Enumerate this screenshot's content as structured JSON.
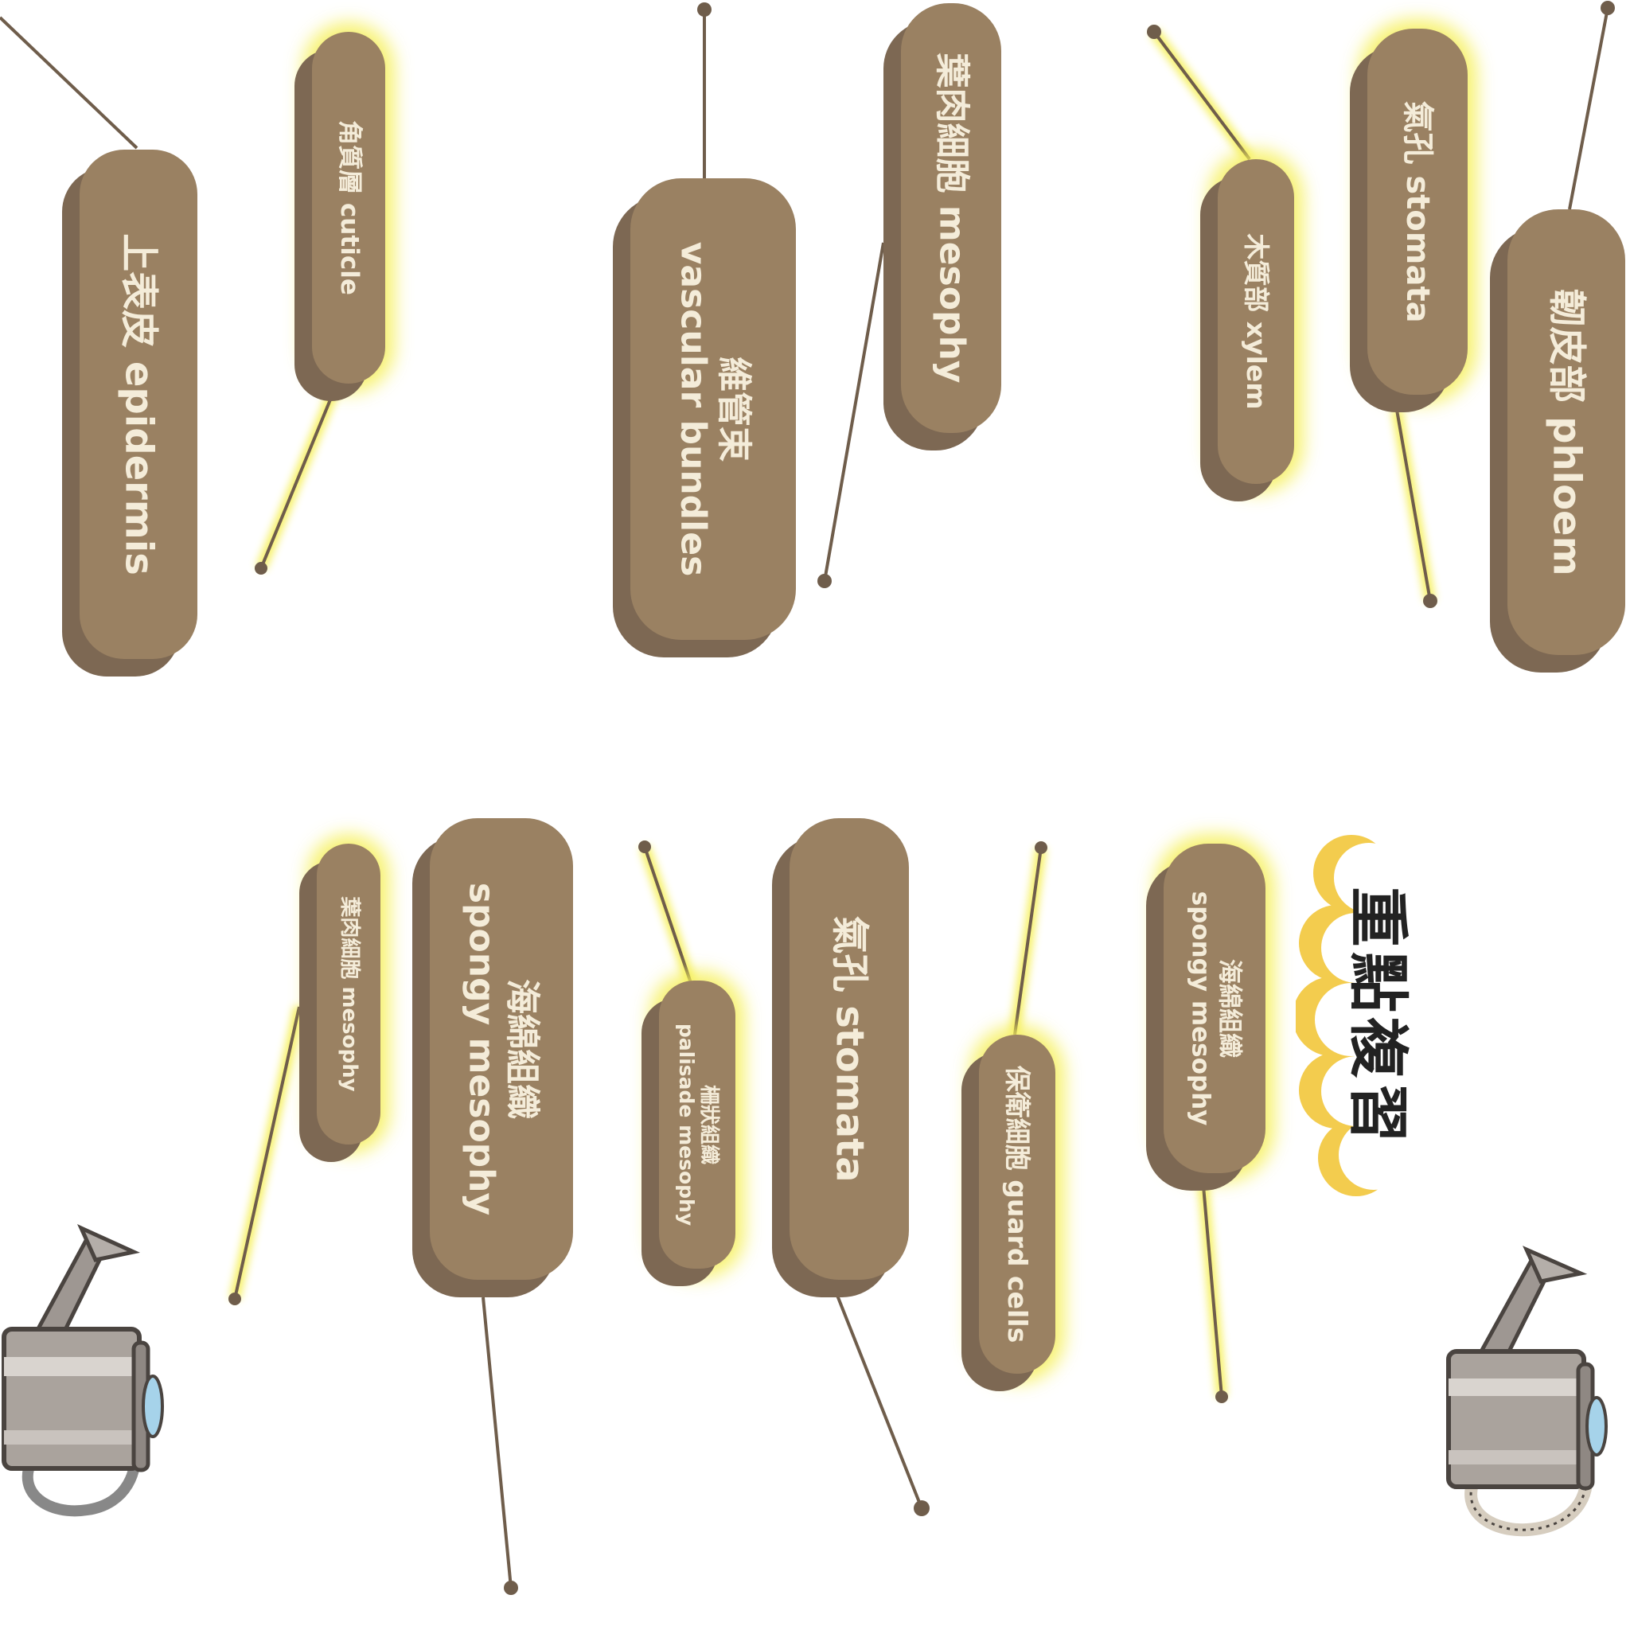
{
  "labels": {
    "epidermis": "上表皮 epidermis",
    "cuticle": "角質層 cuticle",
    "vascular_zh": "維管束",
    "vascular_en": "vascular bundles",
    "mesophyll_top": "葉肉細胞 mesophy",
    "xylem": "木質部 xylem",
    "stomata_top": "氣孔 stomata",
    "phloem": "韌皮部 phloem",
    "mesophyll_small": "葉肉細胞 mesophy",
    "spongy_zh": "海綿組織",
    "spongy_en": "spongy mesophy",
    "palisade_zh": "柵狀組織",
    "palisade_en": "palisade mesophy",
    "stomata_bottom": "氣孔 stomata",
    "guard_cells": "保衛細胞 guard cells",
    "spongy2_zh": "海綿組織",
    "spongy2_en": "spongy mesophy"
  },
  "review_badge": "重點複習",
  "colors": {
    "tag": "#9a8162",
    "tag_shadow": "#7d6853",
    "text": "#f4ecd9",
    "line": "#6f5d4b",
    "glow": "#f6f05a",
    "cloud": "#f3cc4e"
  },
  "icons": [
    "watering-can-icon",
    "watering-can-icon"
  ]
}
